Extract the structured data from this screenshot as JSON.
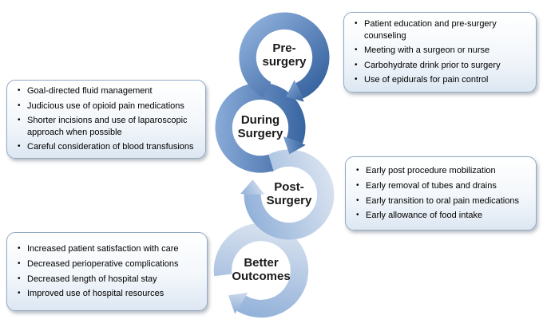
{
  "bullet_char": "•",
  "colors": {
    "ring_dark_start": "#8FB0DC",
    "ring_dark_end": "#34619E",
    "ring_light_start": "#DEE6F1",
    "ring_light_end": "#8FAFD8",
    "box_border": "#93A9C3",
    "box_background_bottom": "#DDE7F2",
    "label_text": "#1A1A1A",
    "bullet_text": "#000000"
  },
  "stages": [
    {
      "id": "pre-surgery",
      "label": "Pre-surgery",
      "label_lines": [
        "Pre-",
        "surgery"
      ],
      "box_side": "right",
      "bullets": [
        "Patient education and pre-surgery counseling",
        "Meeting with a surgeon or nurse",
        "Carbohydrate drink prior to surgery",
        "Use of epidurals for pain control"
      ]
    },
    {
      "id": "during-surgery",
      "label": "During Surgery",
      "label_lines": [
        "During",
        "Surgery"
      ],
      "box_side": "left",
      "bullets": [
        "Goal-directed fluid management",
        "Judicious use of opioid pain medications",
        "Shorter incisions and use of laparoscopic approach when possible",
        "Careful consideration of blood transfusions"
      ]
    },
    {
      "id": "post-surgery",
      "label": "Post-Surgery",
      "label_lines": [
        "Post-",
        "Surgery"
      ],
      "box_side": "right",
      "bullets": [
        "Early post procedure mobilization",
        "Early removal of tubes and drains",
        "Early transition to oral pain medications",
        "Early allowance of food intake"
      ]
    },
    {
      "id": "better-outcomes",
      "label": "Better Outcomes",
      "label_lines": [
        "Better",
        "Outcomes"
      ],
      "box_side": "left",
      "bullets": [
        "Increased patient satisfaction with care",
        "Decreased perioperative complications",
        "Decreased length of hospital stay",
        "Improved use of hospital resources"
      ]
    }
  ]
}
